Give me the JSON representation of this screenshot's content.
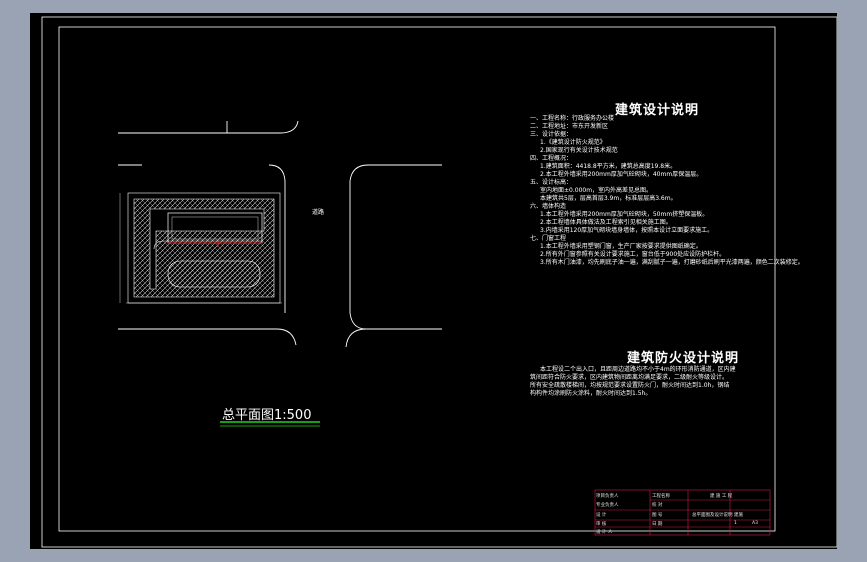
{
  "plan": {
    "title": "总平面图1:500",
    "road_label": "道路"
  },
  "design_notes": {
    "title": "建筑设计说明",
    "lines": [
      "一、工程名称：行政服务办公楼",
      "二、工程地址：市东开发新区",
      "三、设计依据：",
      "1.《建筑设计防火规范》",
      "2.国家现行有关设计技术规范",
      "四、工程概况：",
      "1.建筑面积：4418.8平方米，建筑总高度19.8米。",
      "2.本工程外墙采用200mm厚加气砼砌块，40mm厚保温层。",
      "五、设计标高：",
      "室内地面±0.000m，室内外高差见总图。",
      "本建筑共5层，层高首层3.9m，标准层层高3.6m。",
      "六、墙体构造",
      "1.本工程外墙采用200mm厚加气砼砌块，50mm挤塑保温板。",
      "2.本工程墙体具体做法及工程索引见相关施工图。",
      "3.内墙采用120厚加气砌块墙身墙体，按照本设计立面要求施工。",
      "七、门窗工程",
      "1.本工程外墙采用塑钢门窗，生产厂家按要求提供图纸确定。",
      "2.所有外门窗参照有关设计要求施工，窗台低于900处应设防护栏杆。",
      "3.所有木门油漆，均先刷底子油一遍，满刮腻子一遍，打磨砂纸后刷平光漆两遍，颜色二次装修定。"
    ]
  },
  "fire_notes": {
    "title": "建筑防火设计说明",
    "lines": [
      "本工程设二个出入口，且距周边道路均不小于4m的环形消防通道，区内建",
      "筑间距符合防火要求，区内建筑物间距离均满足要求，二级耐火等级设计。",
      "所有安全疏散楼梯间，均按规范要求设置防火门，耐火时间达到1.0h，钢结",
      "构构件均涂刷防火涂料，耐火时间达到1.5h。"
    ]
  },
  "title_block": {
    "cells": [
      "设 计",
      "审 核",
      "工程名称",
      "校 对",
      "图 号",
      "日 期",
      "项目负责人",
      "专业负责人",
      "设 计 人",
      "建 施 工 程",
      "总平面图及设计说明",
      "建施",
      "1",
      "A3"
    ]
  },
  "colors": {
    "sheet_background": "#000000",
    "margin_background": "#9aa3b3",
    "lines": "#ffffff",
    "title_block_border": "#d11a4a",
    "underline_green": "#21d11a",
    "highlight_red": "#d81e1e"
  }
}
